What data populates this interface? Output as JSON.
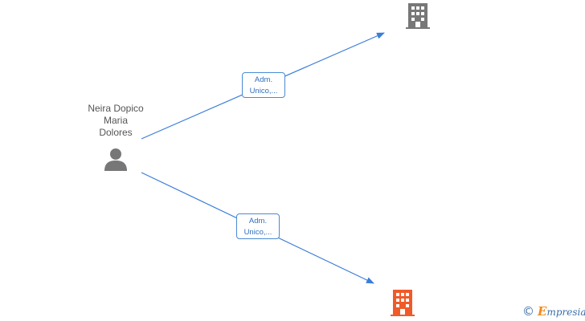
{
  "nodes": {
    "person": {
      "name": "Neira Dopico\nMaria\nDolores",
      "icon": "person-icon",
      "color": "#777777"
    },
    "company_top": {
      "icon": "building-icon",
      "color": "#777777"
    },
    "company_bottom": {
      "icon": "building-icon",
      "color": "#f05a28"
    }
  },
  "edges": [
    {
      "label": "Adm.\nUnico,...",
      "from": "person",
      "to": "company_top"
    },
    {
      "label": "Adm.\nUnico,...",
      "from": "person",
      "to": "company_bottom"
    }
  ],
  "edge_color": "#3b7dd8",
  "watermark": {
    "symbol": "©",
    "brand_initial": "E",
    "brand_rest": "mpresia"
  }
}
